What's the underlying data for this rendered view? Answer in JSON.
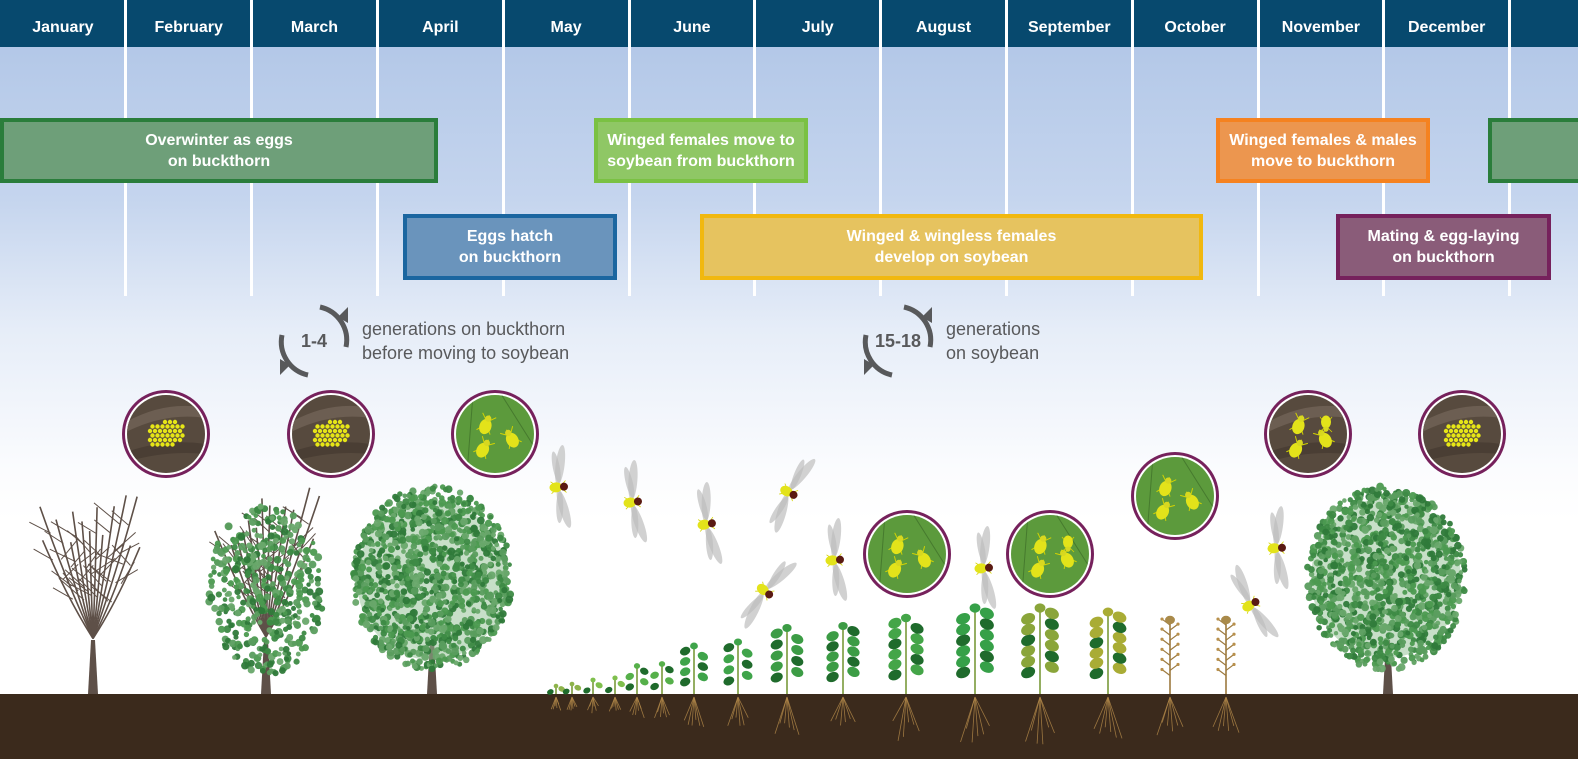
{
  "months": [
    "January",
    "February",
    "March",
    "April",
    "May",
    "June",
    "July",
    "August",
    "September",
    "October",
    "November",
    "December"
  ],
  "stages": [
    {
      "id": "overwinter-eggs",
      "label": "Overwinter as eggs\non buckthorn",
      "fill": "#6e9f79",
      "border": "#2a7d3b"
    },
    {
      "id": "winged-to-soybean",
      "label": "Winged females move to\nsoybean from buckthorn",
      "fill": "#8fc765",
      "border": "#7ac143"
    },
    {
      "id": "winged-to-buckthorn",
      "label": "Winged females & males\nmove to buckthorn",
      "fill": "#ec964f",
      "border": "#f58220"
    },
    {
      "id": "overwinter-eggs-continued",
      "label": "",
      "fill": "#6e9f79",
      "border": "#2a7d3b"
    },
    {
      "id": "eggs-hatch",
      "label": "Eggs hatch\non buckthorn",
      "fill": "#6a94bc",
      "border": "#1b66a0"
    },
    {
      "id": "develop-soybean",
      "label": "Winged & wingless females\ndevelop on soybean",
      "fill": "#e6c35f",
      "border": "#f1b80f"
    },
    {
      "id": "mating-egg-laying",
      "label": "Mating & egg-laying\non buckthorn",
      "fill": "#8a5c79",
      "border": "#76215c"
    }
  ],
  "generations": [
    {
      "count": "1-4",
      "text": "generations on buckthorn\nbefore moving to soybean"
    },
    {
      "count": "15-18",
      "text": "generations\non soybean"
    }
  ],
  "colors": {
    "header": "#07496e",
    "circle_ring": "#76215c",
    "aphid": "#e3e31a",
    "soil": "#3b2a1c",
    "bark": "#5e5048",
    "leaf": "#3f8a45"
  },
  "circles": [
    {
      "id": "eggs-jan",
      "content": "eggs",
      "background": "bark"
    },
    {
      "id": "eggs-mar",
      "content": "eggs",
      "background": "bark"
    },
    {
      "id": "nymphs-apr",
      "content": "wingless-aphids",
      "background": "leaf"
    },
    {
      "id": "aphids-jul",
      "content": "wingless-aphids",
      "background": "leaf"
    },
    {
      "id": "aphids-winged-aug",
      "content": "mixed-aphids",
      "background": "leaf"
    },
    {
      "id": "aphids-sep",
      "content": "wingless-aphids",
      "background": "leaf"
    },
    {
      "id": "aphids-nov",
      "content": "mixed-aphids",
      "background": "bark"
    },
    {
      "id": "eggs-dec",
      "content": "eggs",
      "background": "bark"
    }
  ]
}
